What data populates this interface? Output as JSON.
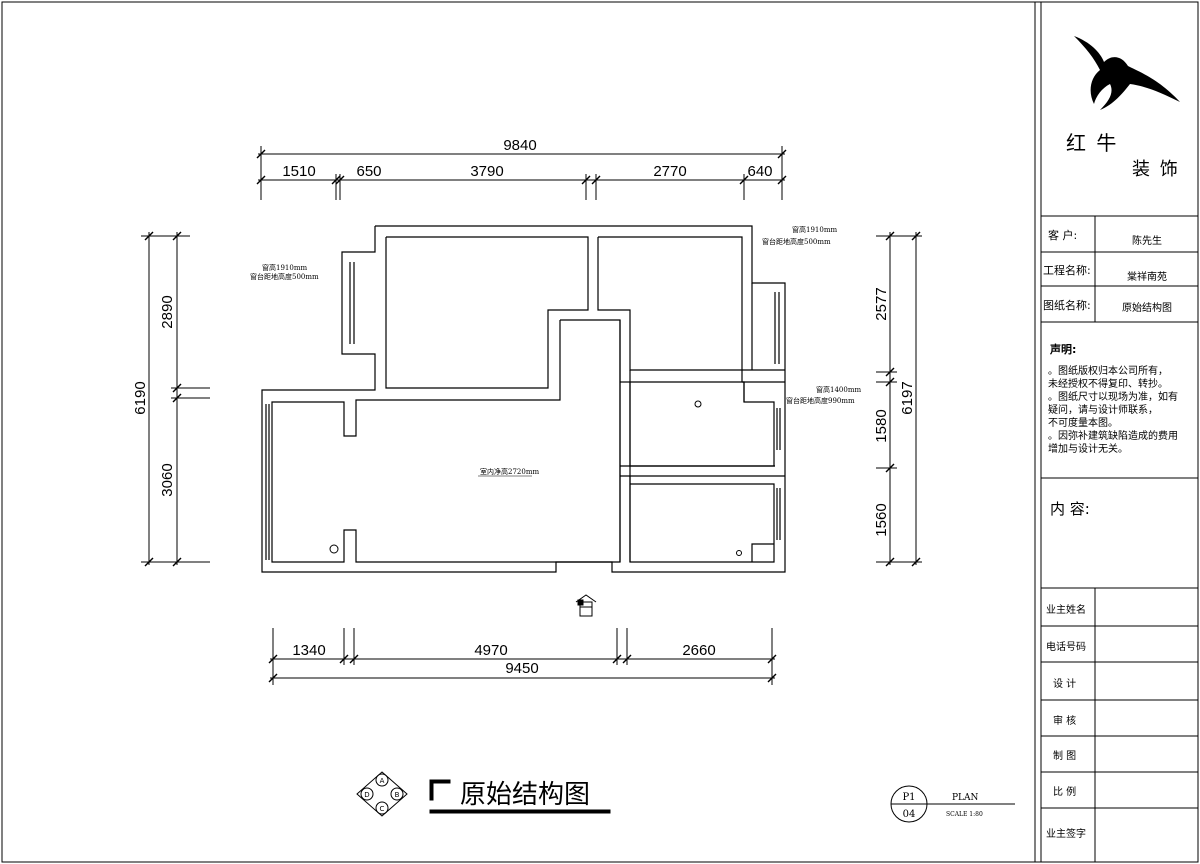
{
  "plan": {
    "title": "原始结构图",
    "top_dims": {
      "total": "9840",
      "segments": [
        "1510",
        "650",
        "3790",
        "2770",
        "640"
      ]
    },
    "bottom_dims": {
      "total": "9450",
      "segments": [
        "1340",
        "4970",
        "2660"
      ]
    },
    "left_dims": {
      "total": "6190",
      "segments": [
        "2890",
        "3060"
      ]
    },
    "right_dims": {
      "total": "6197",
      "segments": [
        "2577",
        "1580",
        "1560"
      ]
    },
    "notes": {
      "left_window": [
        "窗高1910mm",
        "窗台距地高度500mm"
      ],
      "right_top_window": [
        "窗高1910mm",
        "窗台距地高度500mm"
      ],
      "right_mid_window": [
        "窗高1400mm",
        "窗台距地高度990mm"
      ],
      "ceiling": "室内净高2720mm"
    },
    "compass": [
      "A",
      "B",
      "C",
      "D"
    ],
    "plan_tag": {
      "top": "P1",
      "bottom": "04",
      "name": "PLAN",
      "scale": "SCALE 1:80"
    }
  },
  "title_block": {
    "brand": {
      "line1": "红 牛",
      "line2": "装 饰"
    },
    "client_label": "客    户:",
    "client_value": "陈先生",
    "project_label": "工程名称:",
    "project_value": "棠祥南苑",
    "drawing_label": "图纸名称:",
    "drawing_value": "原始结构图",
    "declaration_title": "声明:",
    "declarations": [
      "。图纸版权归本公司所有，",
      "  未经授权不得复印、转抄。",
      "。图纸尺寸以现场为准，如有",
      "  疑问，请与设计师联系，",
      "  不可度量本图。",
      "。因弥补建筑缺陷造成的费用",
      "  增加与设计无关。"
    ],
    "content_label": "内  容:",
    "sign_rows": [
      "业主姓名",
      "电话号码",
      "设   计",
      "审   核",
      "制   图",
      "比   例",
      "业主签字"
    ]
  }
}
